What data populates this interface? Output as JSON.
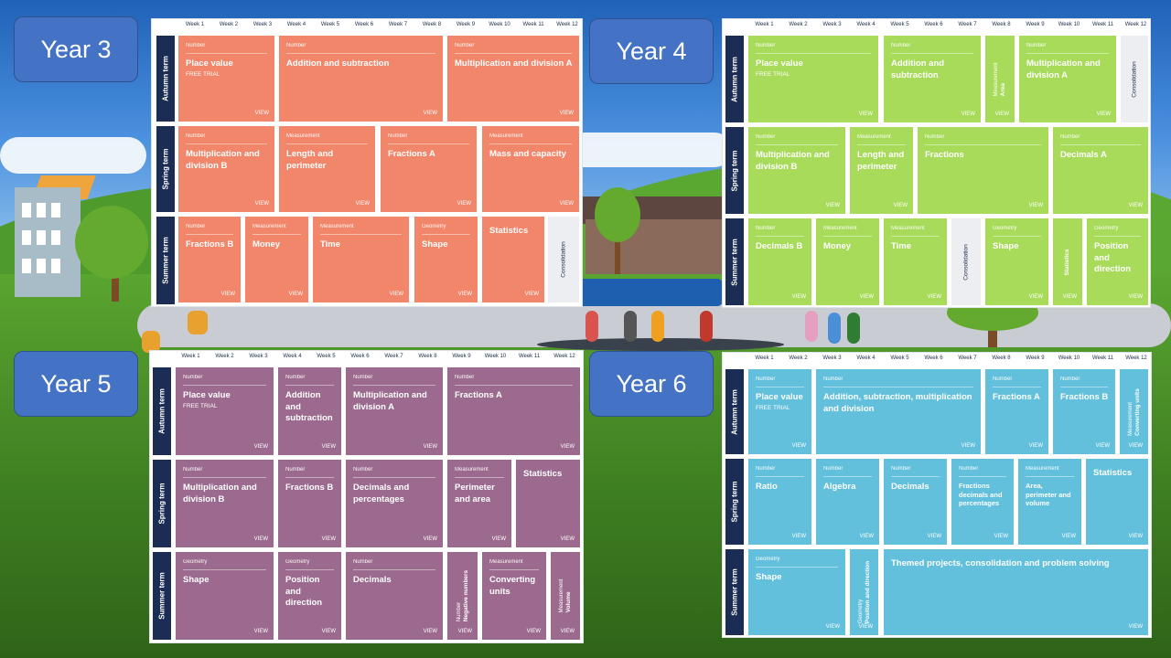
{
  "colors": {
    "year3": "#f2866a",
    "year4": "#a8db5a",
    "year5": "#9c6a8e",
    "year6": "#62c0dc",
    "term": "#1b2d55",
    "label": "#4472c4"
  },
  "labels": {
    "y3": "Year 3",
    "y4": "Year 4",
    "y5": "Year 5",
    "y6": "Year 6"
  },
  "weeks": [
    "Week 1",
    "Week 2",
    "Week 3",
    "Week 4",
    "Week 5",
    "Week 6",
    "Week 7",
    "Week 8",
    "Week 9",
    "Week 10",
    "Week 11",
    "Week 12"
  ],
  "terms": {
    "autumn": "Autumn term",
    "spring": "Spring term",
    "summer": "Summer term"
  },
  "view": "VIEW",
  "free_trial": "FREE TRIAL",
  "consolidation": "Consolidation",
  "y3": {
    "a1": {
      "cat": "Number",
      "title": "Place value"
    },
    "a2": {
      "cat": "Number",
      "title": "Addition and subtraction"
    },
    "a3": {
      "cat": "Number",
      "title": "Multiplication and division A"
    },
    "s1": {
      "cat": "Number",
      "title": "Multiplication and division B"
    },
    "s2": {
      "cat": "Measurement",
      "title": "Length and perimeter"
    },
    "s3": {
      "cat": "Number",
      "title": "Fractions A"
    },
    "s4": {
      "cat": "Measurement",
      "title": "Mass and capacity"
    },
    "u1": {
      "cat": "Number",
      "title": "Fractions B"
    },
    "u2": {
      "cat": "Measurement",
      "title": "Money"
    },
    "u3": {
      "cat": "Measurement",
      "title": "Time"
    },
    "u4": {
      "cat": "Geometry",
      "title": "Shape"
    },
    "u5": {
      "title": "Statistics"
    }
  },
  "y4": {
    "a1": {
      "cat": "Number",
      "title": "Place value"
    },
    "a2": {
      "cat": "Number",
      "title": "Addition and subtraction"
    },
    "a3": {
      "cat": "Measurement",
      "title": "Area"
    },
    "a4": {
      "cat": "Number",
      "title": "Multiplication and division A"
    },
    "s1": {
      "cat": "Number",
      "title": "Multiplication and division B"
    },
    "s2": {
      "cat": "Measurement",
      "title": "Length and perimeter"
    },
    "s3": {
      "cat": "Number",
      "title": "Fractions"
    },
    "s4": {
      "cat": "Number",
      "title": "Decimals A"
    },
    "u1": {
      "cat": "Number",
      "title": "Decimals B"
    },
    "u2": {
      "cat": "Measurement",
      "title": "Money"
    },
    "u3": {
      "cat": "Measurement",
      "title": "Time"
    },
    "u4": {
      "cat": "Geometry",
      "title": "Shape"
    },
    "u5": {
      "title": "Statistics"
    },
    "u6": {
      "cat": "Geometry",
      "title": "Position and direction"
    }
  },
  "y5": {
    "a1": {
      "cat": "Number",
      "title": "Place value"
    },
    "a2": {
      "cat": "Number",
      "title": "Addition and subtraction"
    },
    "a3": {
      "cat": "Number",
      "title": "Multiplication and division A"
    },
    "a4": {
      "cat": "Number",
      "title": "Fractions A"
    },
    "s1": {
      "cat": "Number",
      "title": "Multiplication and division B"
    },
    "s2": {
      "cat": "Number",
      "title": "Fractions B"
    },
    "s3": {
      "cat": "Number",
      "title": "Decimals and percentages"
    },
    "s4": {
      "cat": "Measurement",
      "title": "Perimeter and area"
    },
    "s5": {
      "title": "Statistics"
    },
    "u1": {
      "cat": "Geometry",
      "title": "Shape"
    },
    "u2": {
      "cat": "Geometry",
      "title": "Position and direction"
    },
    "u3": {
      "cat": "Number",
      "title": "Decimals"
    },
    "u4": {
      "cat": "Number",
      "title": "Negative numbers"
    },
    "u5": {
      "cat": "Measurement",
      "title": "Converting units"
    },
    "u6": {
      "cat": "Measurement",
      "title": "Volume"
    }
  },
  "y6": {
    "a1": {
      "cat": "Number",
      "title": "Place value"
    },
    "a2": {
      "cat": "Number",
      "title": "Addition, subtraction, multiplication and division"
    },
    "a3": {
      "cat": "Number",
      "title": "Fractions A"
    },
    "a4": {
      "cat": "Number",
      "title": "Fractions B"
    },
    "a5": {
      "cat": "Measurement",
      "title": "Converting units"
    },
    "s1": {
      "cat": "Number",
      "title": "Ratio"
    },
    "s2": {
      "cat": "Number",
      "title": "Algebra"
    },
    "s3": {
      "cat": "Number",
      "title": "Decimals"
    },
    "s4": {
      "cat": "Number",
      "title": "Fractions decimals and percentages"
    },
    "s5": {
      "cat": "Measurement",
      "title": "Area, perimeter and volume"
    },
    "s6": {
      "title": "Statistics"
    },
    "u1": {
      "cat": "Geometry",
      "title": "Shape"
    },
    "u2": {
      "cat": "Geometry",
      "title": "Position and direction"
    },
    "u3": {
      "title": "Themed projects, consolidation and problem solving"
    }
  }
}
